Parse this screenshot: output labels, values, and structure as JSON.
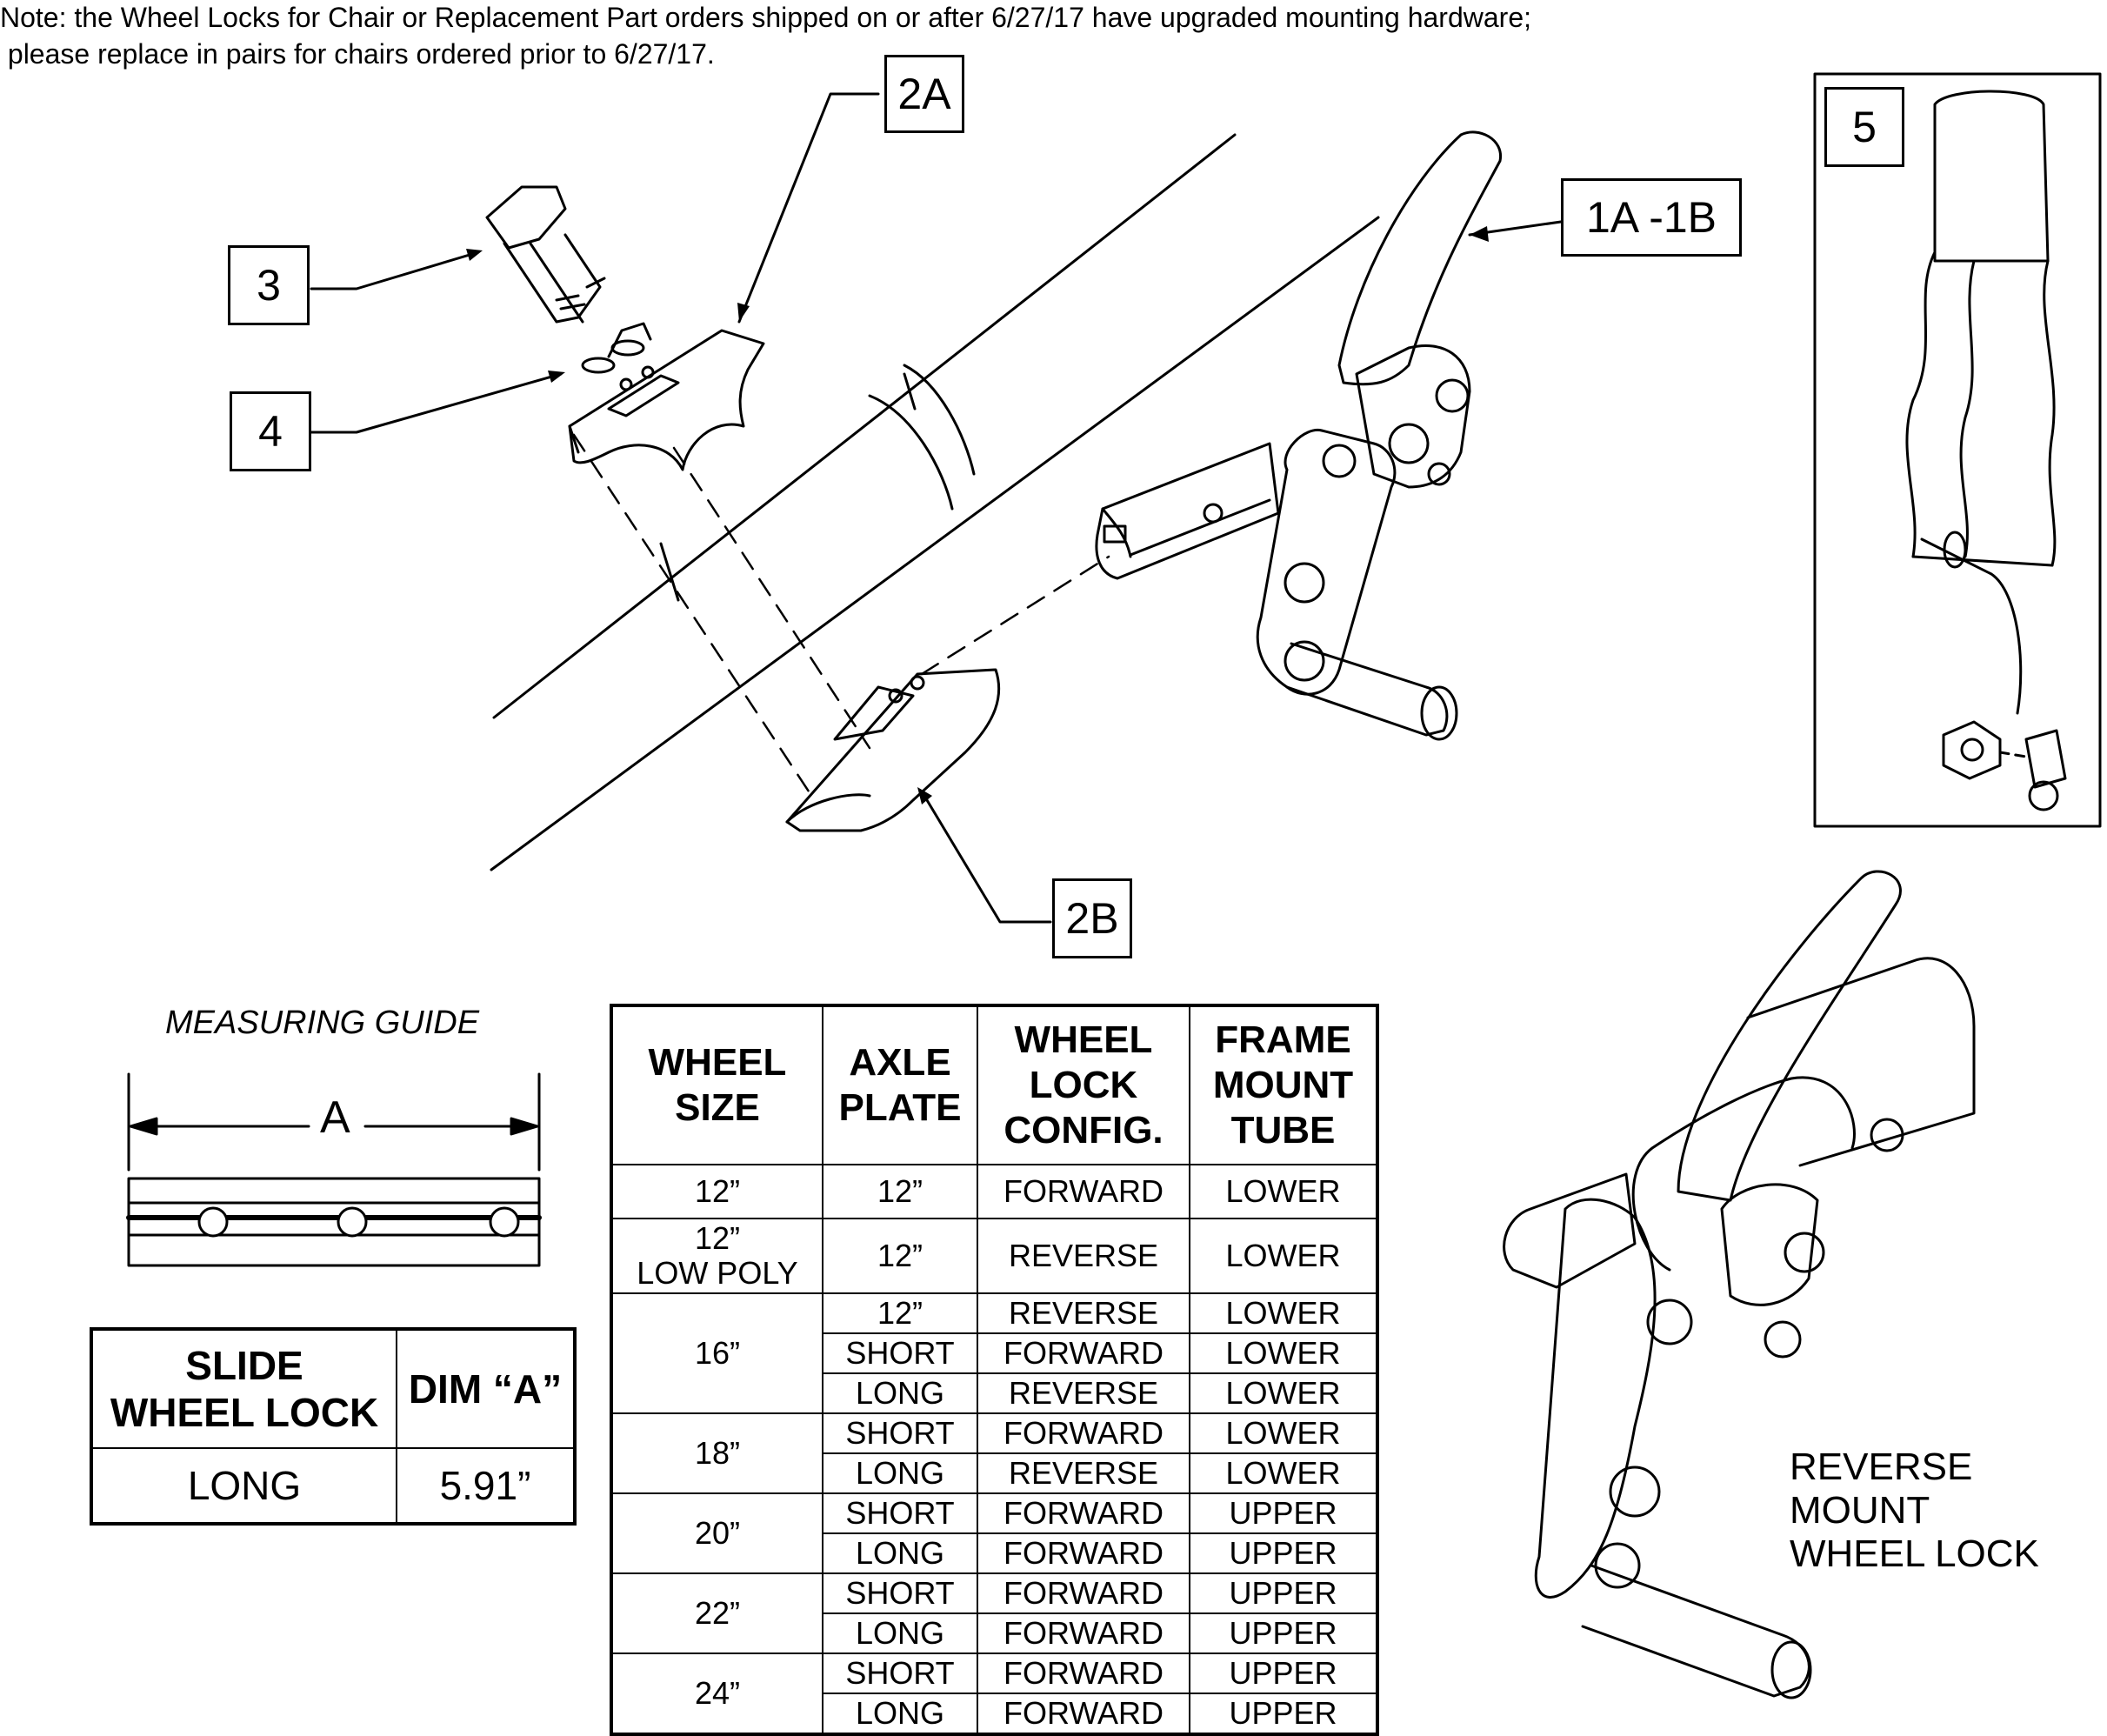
{
  "note": {
    "line1": "Note: the Wheel Locks for Chair or Replacement Part orders shipped on or after 6/27/17 have upgraded mounting hardware;",
    "line2": " please replace in pairs for chairs ordered prior to 6/27/17."
  },
  "callouts": {
    "c2a": "2A",
    "c1a1b": "1A -1B",
    "c3": "3",
    "c4": "4",
    "c5": "5",
    "c2b": "2B"
  },
  "measuring_guide": {
    "title": "MEASURING GUIDE",
    "dim_label": "A"
  },
  "lock_table": {
    "headers": [
      "SLIDE\nWHEEL LOCK",
      "DIM “A”"
    ],
    "row": [
      "LONG",
      "5.91”"
    ]
  },
  "size_table": {
    "headers": [
      "WHEEL\nSIZE",
      "AXLE\nPLATE",
      "WHEEL\nLOCK\nCONFIG.",
      "FRAME\nMOUNT\nTUBE"
    ],
    "groups": [
      {
        "wheel": "12”",
        "rows": [
          [
            "12”",
            "FORWARD",
            "LOWER"
          ]
        ]
      },
      {
        "wheel": "12”\nLOW POLY",
        "rows": [
          [
            "12”",
            "REVERSE",
            "LOWER"
          ]
        ]
      },
      {
        "wheel": "16”",
        "rows": [
          [
            "12”",
            "REVERSE",
            "LOWER"
          ],
          [
            "SHORT",
            "FORWARD",
            "LOWER"
          ],
          [
            "LONG",
            "REVERSE",
            "LOWER"
          ]
        ]
      },
      {
        "wheel": "18”",
        "rows": [
          [
            "SHORT",
            "FORWARD",
            "LOWER"
          ],
          [
            "LONG",
            "REVERSE",
            "LOWER"
          ]
        ]
      },
      {
        "wheel": "20”",
        "rows": [
          [
            "SHORT",
            "FORWARD",
            "UPPER"
          ],
          [
            "LONG",
            "FORWARD",
            "UPPER"
          ]
        ]
      },
      {
        "wheel": "22”",
        "rows": [
          [
            "SHORT",
            "FORWARD",
            "UPPER"
          ],
          [
            "LONG",
            "FORWARD",
            "UPPER"
          ]
        ]
      },
      {
        "wheel": "24”",
        "rows": [
          [
            "SHORT",
            "FORWARD",
            "UPPER"
          ],
          [
            "LONG",
            "FORWARD",
            "UPPER"
          ]
        ]
      }
    ]
  },
  "reverse_label": "REVERSE MOUNT\nWHEEL LOCK"
}
